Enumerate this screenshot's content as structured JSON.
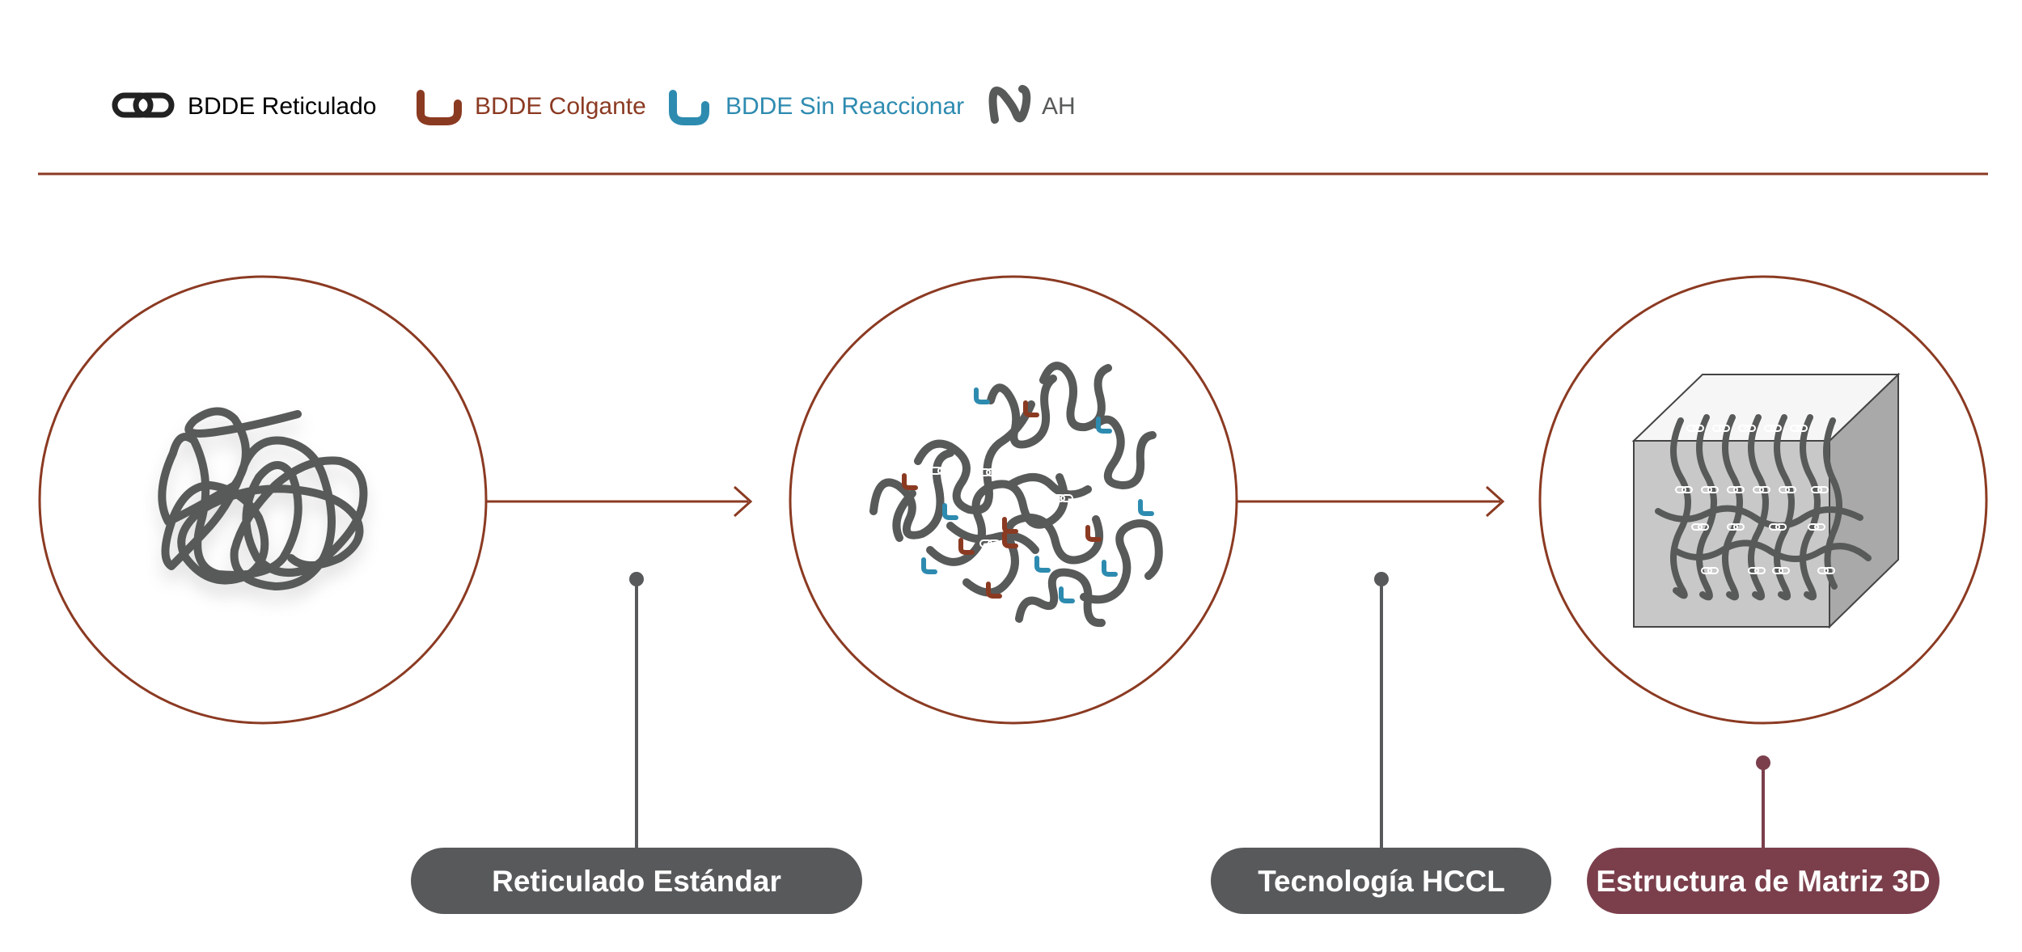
{
  "colors": {
    "accent": "#8b3a22",
    "chain": "#585a5a",
    "unreacted": "#2e8bb0",
    "pill_dark": "#58595b",
    "pill_highlight": "#7b3f4c",
    "cube_front": "#c8c8c8",
    "cube_side": "#a9a9a9",
    "cube_top": "#f6f6f6"
  },
  "legend": [
    {
      "label": "BDDE Reticulado",
      "icon": "crosslink-chain-icon",
      "color": "#222222"
    },
    {
      "label": "BDDE Colgante",
      "icon": "pendant-hook-icon",
      "color": "#8b3a22"
    },
    {
      "label": "BDDE Sin Reaccionar",
      "icon": "unreacted-hook-icon",
      "color": "#2e8bb0"
    },
    {
      "label": "AH",
      "icon": "ha-strand-icon",
      "color": "#585a5a"
    }
  ],
  "stages": [
    {
      "label": "Reticulado Estándar",
      "style": "dark"
    },
    {
      "label": "Tecnología HCCL",
      "style": "dark"
    },
    {
      "label": "Estructura de Matriz 3D",
      "style": "highlight"
    }
  ]
}
